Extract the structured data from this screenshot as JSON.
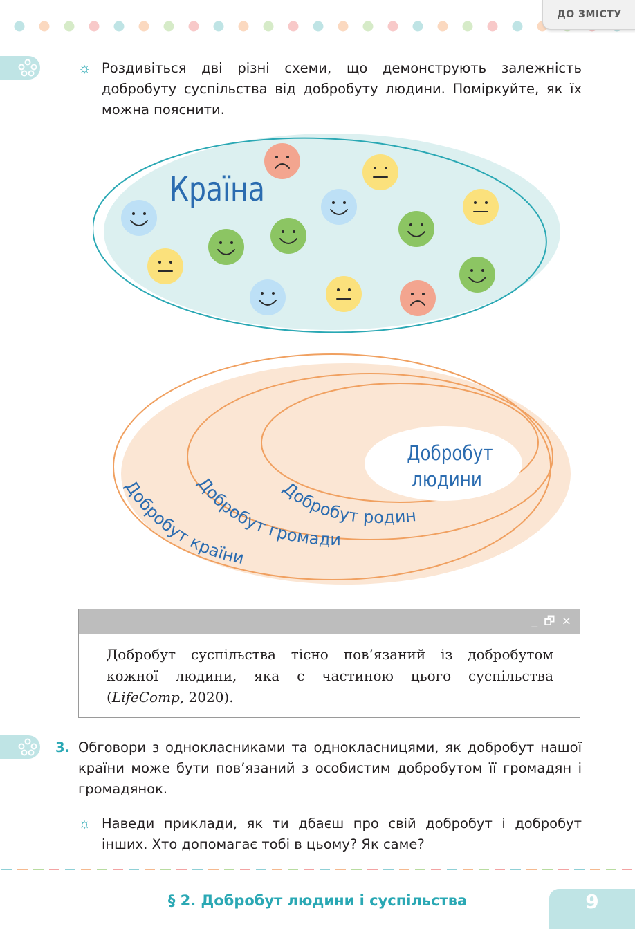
{
  "header": {
    "toc_label": "ДО ЗМІСТУ"
  },
  "task_intro": {
    "text": "Роздивіться дві різні схеми, що демонструють залежність добробуту суспільства від добробуту людини. Поміркуйте, як їх можна пояснити."
  },
  "diagram1": {
    "label": "Країна"
  },
  "diagram2": {
    "center_line1": "Добробут",
    "center_line2": "людини",
    "ring_family": "Добробут родини",
    "ring_community": "Добробут громади",
    "ring_country": "Добробут країни"
  },
  "quote": {
    "text_main": "Добробут суспільства тісно пов’язаний із добробутом кожної людини, яка є частиною цього суспільства (",
    "source": "LifeComp",
    "text_tail": ", 2020).",
    "controls": "_ 🗗 ×"
  },
  "task3": {
    "number": "3.",
    "text": "Обговори з однокласниками та однокласницями, як добробут нашої країни може бути пов’язаний з особистим добробутом її громадян і громадянок.",
    "sub_text": "Наведи приклади, як ти дбаєш про свій добробут і добробут інших. Хто допомагає тобі в цьому? Як саме?"
  },
  "footer": {
    "title": "§ 2. Добробут людини і суспільства",
    "page": "9"
  },
  "colors": {
    "accent": "#2aa8b4",
    "orange": "#f0a060",
    "blue_text": "#2b6cb0"
  }
}
